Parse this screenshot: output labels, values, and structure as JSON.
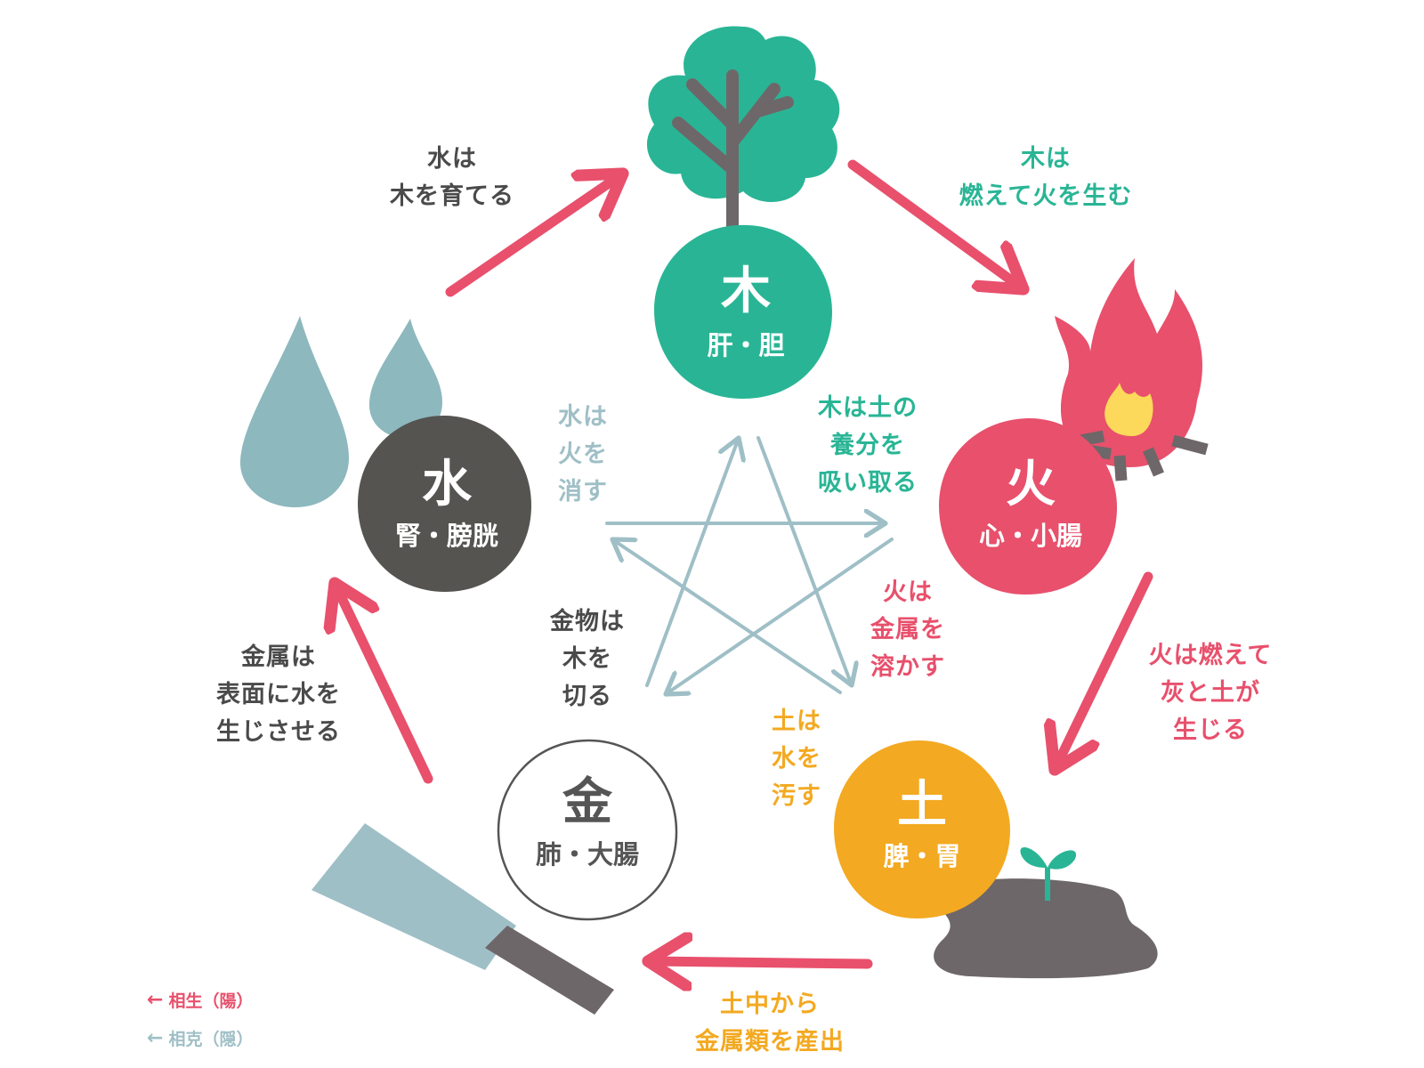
{
  "colors": {
    "wood": "#29b595",
    "fire": "#e8506c",
    "earth": "#f3a921",
    "metal_outline": "#555555",
    "water": "#555451",
    "water_drop": "#8db8bd",
    "soil": "#6e6769",
    "control": "#9fbfc6",
    "text_dark": "#4a4a4a"
  },
  "elements": {
    "wood": {
      "name": "木",
      "organs": "肝・胆"
    },
    "fire": {
      "name": "火",
      "organs": "心・小腸"
    },
    "earth": {
      "name": "土",
      "organs": "脾・胃"
    },
    "metal": {
      "name": "金",
      "organs": "肺・大腸"
    },
    "water": {
      "name": "水",
      "organs": "腎・膀胱"
    }
  },
  "generating": {
    "water_wood": [
      "水は",
      "木を育てる"
    ],
    "wood_fire": [
      "木は",
      "燃えて火を生む"
    ],
    "fire_earth": [
      "火は燃えて",
      "灰と土が",
      "生じる"
    ],
    "earth_metal": [
      "土中から",
      "金属類を産出"
    ],
    "metal_water": [
      "金属は",
      "表面に水を",
      "生じさせる"
    ]
  },
  "controlling": {
    "water_fire": [
      "水は",
      "火を",
      "消す"
    ],
    "wood_earth": [
      "木は土の",
      "養分を",
      "吸い取る"
    ],
    "fire_metal": [
      "火は",
      "金属を",
      "溶かす"
    ],
    "earth_water": [
      "土は",
      "水を",
      "汚す"
    ],
    "metal_wood": [
      "金物は",
      "木を",
      "切る"
    ]
  },
  "legend": {
    "generating": "相生（陽）",
    "controlling": "相克（隠）"
  },
  "icons": [
    "tree-icon",
    "fire-icon",
    "soil-sprout-icon",
    "saw-icon",
    "water-drops-icon"
  ]
}
